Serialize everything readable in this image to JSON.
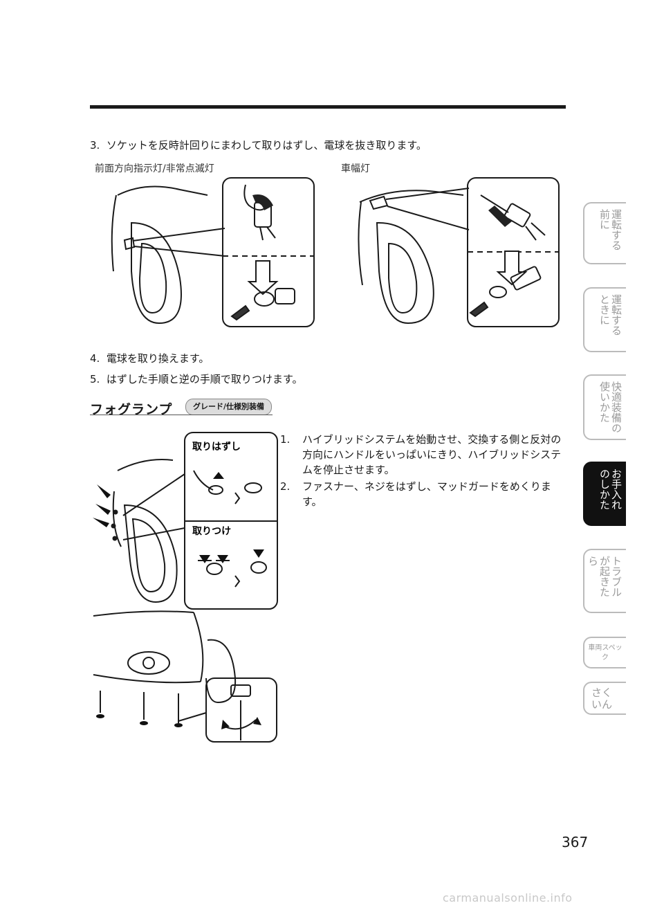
{
  "page": {
    "steps_top": [
      {
        "num": "3.",
        "text": "ソケットを反時計回りにまわして取りはずし、電球を抜き取ります。"
      }
    ],
    "captions": [
      "前面方向指示灯/非常点滅灯",
      "車幅灯"
    ],
    "steps_mid": [
      {
        "num": "4.",
        "text": "電球を取り換えます。"
      },
      {
        "num": "5.",
        "text": "はずした手順と逆の手順で取りつけます。"
      }
    ],
    "section_title": "フォグランプ",
    "section_badge": "グレード/仕様別装備",
    "panel_labels": {
      "remove": "取りはずし",
      "install": "取りつけ"
    },
    "fog_steps": [
      {
        "num": "1.",
        "text": "ハイブリッドシステムを始動させ、交換する側と反対の方向にハンドルをいっぱいにきり、ハイブリッドシステムを停止させます。"
      },
      {
        "num": "2.",
        "text": "ファスナー、ネジをはずし、マッドガードをめくります。"
      }
    ],
    "page_number": "367",
    "watermark": "carmanualsonline.info"
  },
  "side_tabs": [
    {
      "label": "運転する前に",
      "active": false
    },
    {
      "label": "運転するときに",
      "active": false
    },
    {
      "label": "快適装備の使いかた",
      "active": false
    },
    {
      "label": "お手入れのしかた",
      "active": true
    },
    {
      "label": "トラブルが起きたら",
      "active": false
    },
    {
      "label": "車両スペック",
      "active": false
    },
    {
      "label": "さくいん",
      "active": false
    }
  ],
  "colors": {
    "ink": "#1a1a1a",
    "tab_inactive": "#9a9a9a",
    "tab_active_bg": "#111111"
  }
}
